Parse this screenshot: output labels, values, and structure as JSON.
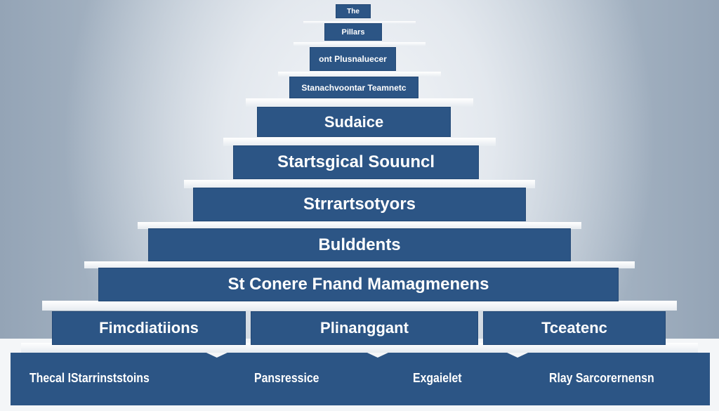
{
  "diagram": {
    "type": "pyramid",
    "colors": {
      "block": "#2c5585",
      "text": "#ffffff",
      "background": "#b3c0cd",
      "ledge": "#f4f6f8"
    },
    "tiers": [
      {
        "label": "The"
      },
      {
        "label": "Pillars"
      },
      {
        "label": "ont Plusnaluecer"
      },
      {
        "label": "Stanachvoontar Teamnetc"
      },
      {
        "label": "Sudaice"
      },
      {
        "label": "Startsgical Souuncl"
      },
      {
        "label": "Strrartsotyors"
      },
      {
        "label": "Bulddents"
      },
      {
        "label": "St Conere Fnand  Mamagmenens"
      }
    ],
    "pillars": [
      {
        "label": "Fimcdiatiions"
      },
      {
        "label": "Plinanggant"
      },
      {
        "label": "Tceatenc"
      }
    ],
    "foundation": [
      {
        "label": "Thecal IStarrinststoins"
      },
      {
        "label": "Pansressice"
      },
      {
        "label": "Exgaielet"
      },
      {
        "label": "Rlay Sarcorernensn"
      }
    ]
  }
}
